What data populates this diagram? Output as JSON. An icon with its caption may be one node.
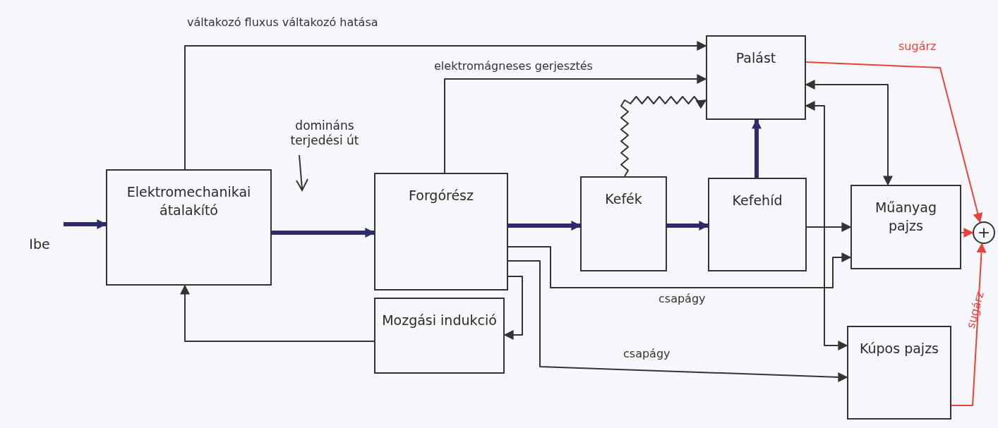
{
  "diagram": {
    "nodes": [
      {
        "text": [
          "Ibe"
        ]
      },
      {
        "text": [
          "Elektromechanikai átalakító"
        ]
      },
      {
        "text": [
          "Forgórész"
        ]
      },
      {
        "text": [
          "Mozgási indukció"
        ]
      },
      {
        "text": [
          "Kefék"
        ]
      },
      {
        "text": [
          "Kefehíd"
        ]
      },
      {
        "text": [
          "Palást"
        ]
      },
      {
        "text": [
          "Műanyag pajzs"
        ]
      },
      {
        "text": [
          "Kúpos pajzs"
        ]
      },
      {
        "text": [
          "+"
        ]
      }
    ],
    "edges": [
      {
        "from": 0,
        "to": 1,
        "arrow": "to",
        "style": "thick",
        "color": "#2e2a6e"
      },
      {
        "from": 1,
        "to": 6,
        "arrow": "to",
        "label": "váltakozó fluxus váltakozó hatása"
      },
      {
        "from": 2,
        "to": 6,
        "arrow": "to",
        "label": "elektromágneses gerjesztés"
      },
      {
        "from": 4,
        "to": 6,
        "arrow": "to"
      },
      {
        "from": 1,
        "to": 2,
        "arrow": "to",
        "style": "thick",
        "color": "#2e2a6e"
      },
      {
        "from": 2,
        "to": 4,
        "arrow": "to",
        "style": "thick",
        "color": "#2e2a6e"
      },
      {
        "from": 4,
        "to": 5,
        "arrow": "to",
        "style": "thick",
        "color": "#2e2a6e"
      },
      {
        "from": 5,
        "to": 6,
        "arrow": "to",
        "style": "thick",
        "color": "#2e2a6e"
      },
      {
        "from": 2,
        "to": 3,
        "arrow": "to"
      },
      {
        "from": 3,
        "to": 1,
        "arrow": "to"
      },
      {
        "from": 5,
        "to": 7,
        "arrow": "to"
      },
      {
        "from": 2,
        "to": 7,
        "arrow": "to",
        "label": "csapágy"
      },
      {
        "from": 2,
        "to": 8,
        "arrow": "to",
        "label": "csapágy"
      },
      {
        "from": 6,
        "to": 7,
        "arrow": "both"
      },
      {
        "from": 6,
        "to": 8,
        "arrow": "both"
      },
      {
        "from": 6,
        "to": 9,
        "arrow": "to",
        "color": "#e8433a",
        "label": "sugárz"
      },
      {
        "from": 7,
        "to": 9,
        "arrow": "to",
        "color": "#e8433a"
      },
      {
        "from": 8,
        "to": 9,
        "arrow": "to",
        "color": "#e8433a",
        "label": "sugárz"
      }
    ],
    "labels": [
      "domináns terjedési út"
    ]
  }
}
